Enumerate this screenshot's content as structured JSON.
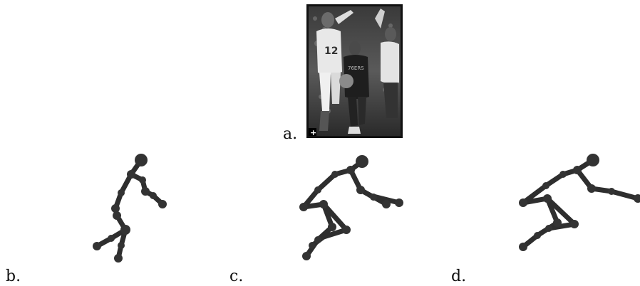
{
  "figure": {
    "panels": [
      {
        "id": "a",
        "label": "a.",
        "kind": "photo",
        "photo_badge": "+"
      },
      {
        "id": "b",
        "label": "b.",
        "kind": "skeleton"
      },
      {
        "id": "c",
        "label": "c.",
        "kind": "skeleton"
      },
      {
        "id": "d",
        "label": "d.",
        "kind": "skeleton"
      }
    ]
  },
  "colors": {
    "skeleton": "#2e2e2e",
    "skeleton_joint": "#333333",
    "photo_background": "#1a1a1a"
  }
}
